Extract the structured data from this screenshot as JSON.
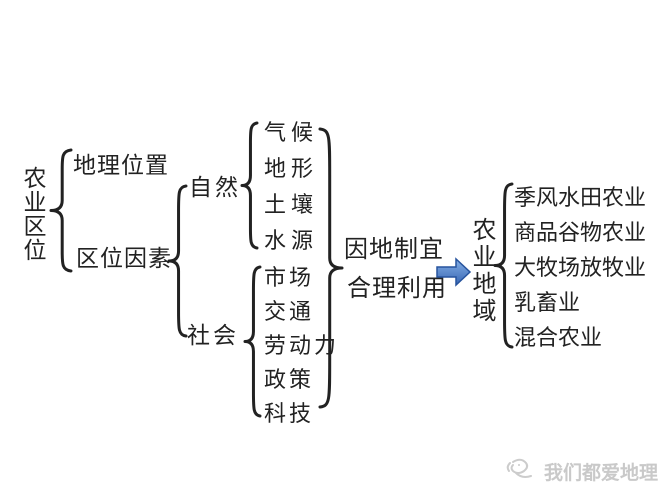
{
  "diagram": {
    "root_label": "农业区位",
    "branches": {
      "geo_position": "地理位置",
      "location_factors": "区位因素"
    },
    "factor_groups": {
      "natural": {
        "label": "自然",
        "items": [
          "气候",
          "地形",
          "土壤",
          "水源"
        ]
      },
      "social": {
        "label": "社会",
        "items": [
          "市场",
          "交通",
          "劳动力",
          "政策",
          "科技"
        ]
      }
    },
    "principle": {
      "line1": "因地制宜",
      "line2": "合理利用"
    },
    "outcome": {
      "label": "农业地域",
      "types": [
        "季风水田农业",
        "商品谷物农业",
        "大牧场放牧业",
        "乳畜业",
        "混合农业"
      ]
    }
  },
  "watermark": {
    "brand": "我们都爱地理"
  },
  "icons": {
    "arrow": "block-arrow-right",
    "logo": "watermark-sketch-logo"
  },
  "colors": {
    "ink": "#222222",
    "background": "#ffffff",
    "arrow_fill_top": "#85b0e6",
    "arrow_fill_bottom": "#3866b4",
    "arrow_border": "#27549e",
    "watermark": "#c9c9c9"
  }
}
